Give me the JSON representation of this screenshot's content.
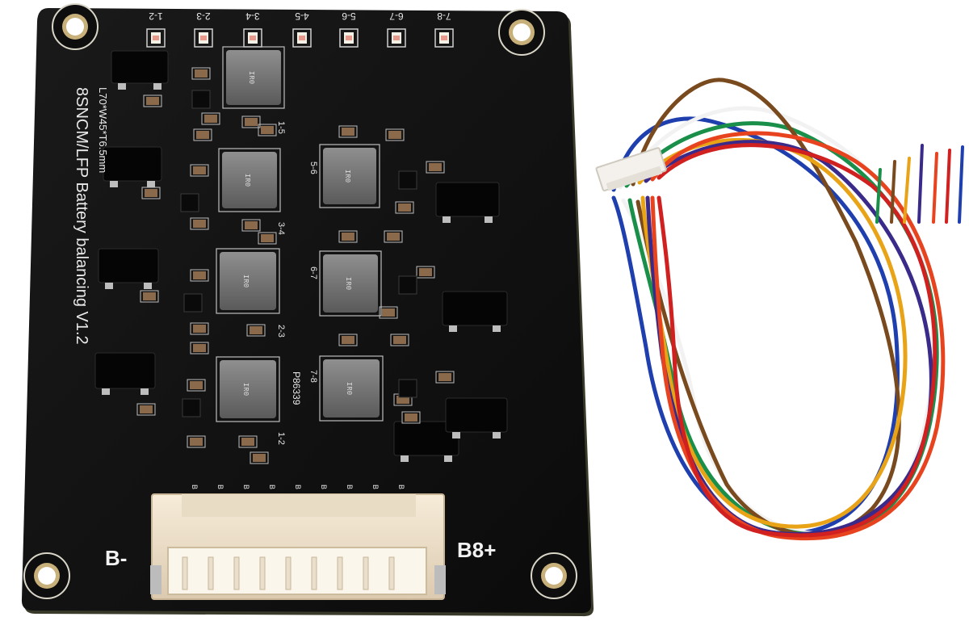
{
  "board": {
    "title": "8SNCM/LFP Battery balancing V1.2",
    "dimensions": "L70*W45*T6.5mm",
    "part_number": "P86339",
    "terminal_negative": "B-",
    "terminal_positive": "B8+",
    "led_labels": [
      "1-2",
      "2-3",
      "3-4",
      "4-5",
      "5-6",
      "6-7",
      "7-8"
    ],
    "channel_labels": [
      "1-5",
      "3-4",
      "2-3",
      "1-2",
      "5-6",
      "6-7",
      "7-8"
    ],
    "inductor_marking": "IR0",
    "connector_pin_label": "B"
  },
  "colors": {
    "pcb": "#121212",
    "pcb_edge": "#2a2a22",
    "connector": "#efe3cc",
    "wires": [
      "#1f3fae",
      "#f2f2f2",
      "#1a8f4a",
      "#7a4a1f",
      "#e8a317",
      "#3a2a8a",
      "#e8431f",
      "#d02020"
    ]
  }
}
